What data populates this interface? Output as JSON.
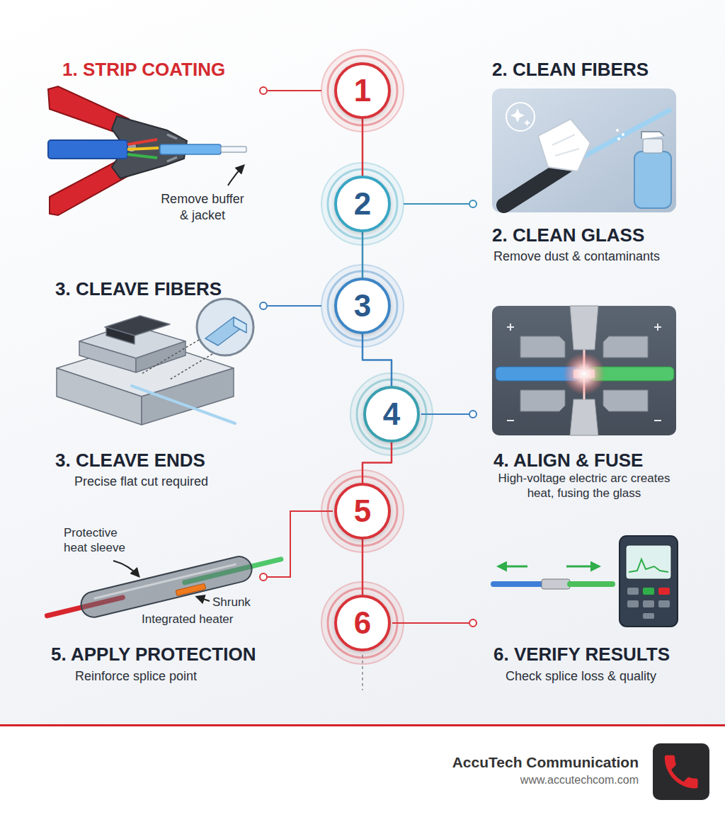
{
  "diagram": {
    "nodes": [
      {
        "text": [
          "1"
        ]
      },
      {
        "text": [
          "2"
        ]
      },
      {
        "text": [
          "3"
        ]
      },
      {
        "text": [
          "4"
        ]
      },
      {
        "text": [
          "5"
        ]
      },
      {
        "text": [
          "6"
        ]
      }
    ],
    "edges": [
      {
        "from": 0,
        "to": 1,
        "arrow": "none"
      },
      {
        "from": 1,
        "to": 2,
        "arrow": "none"
      },
      {
        "from": 2,
        "to": 3,
        "arrow": "none"
      },
      {
        "from": 3,
        "to": 4,
        "arrow": "none"
      },
      {
        "from": 4,
        "to": 5,
        "arrow": "none"
      }
    ],
    "labels": [
      "1. STRIP COATING",
      "Remove buffer & jacket",
      "2. CLEAN FIBERS",
      "2. CLEAN GLASS",
      "Remove dust & contaminants",
      "3. CLEAVE FIBERS",
      "3. CLEAVE ENDS",
      "Precise flat cut required",
      "4. ALIGN & FUSE",
      "High-voltage electric arc creates heat, fusing the glass",
      "Protective heat sleeve",
      "Shrunk",
      "Integrated heater",
      "5. APPLY PROTECTION",
      "Reinforce splice point",
      "6. VERIFY RESULTS",
      "Check splice loss & quality",
      "AccuTech Communication",
      "www.accutechcom.com"
    ]
  }
}
